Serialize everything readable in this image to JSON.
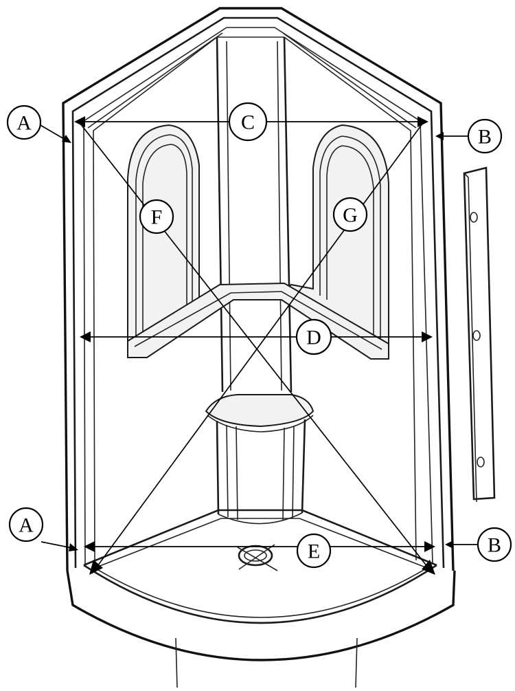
{
  "labels": {
    "a_top": "A",
    "a_bottom": "A",
    "b_top": "B",
    "b_bottom": "B",
    "c": "C",
    "d": "D",
    "e": "E",
    "f": "F",
    "g": "G"
  }
}
